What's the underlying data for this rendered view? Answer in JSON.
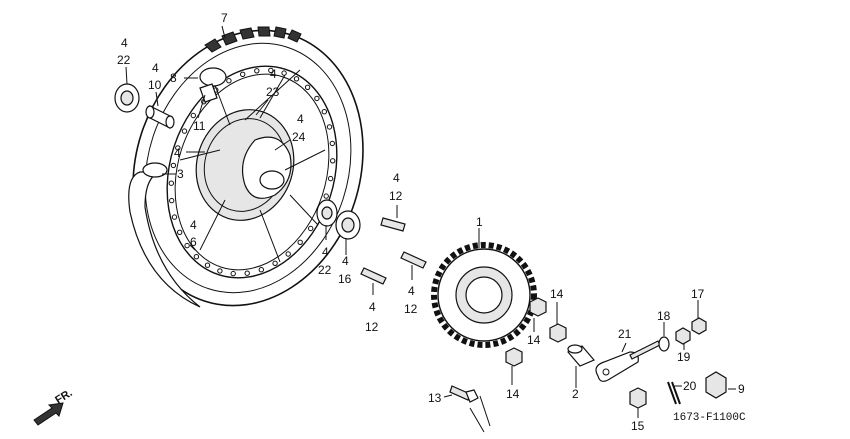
{
  "diagram": {
    "footer_code": "1673-F1100C",
    "direction_label": "FR.",
    "callouts": [
      {
        "id": "c4a",
        "text": "4"
      },
      {
        "id": "c22a",
        "text": "22"
      },
      {
        "id": "c4b",
        "text": "4"
      },
      {
        "id": "c10",
        "text": "10"
      },
      {
        "id": "c7",
        "text": "7"
      },
      {
        "id": "c8",
        "text": "8"
      },
      {
        "id": "c4c",
        "text": "4"
      },
      {
        "id": "c23",
        "text": "23"
      },
      {
        "id": "c11",
        "text": "11"
      },
      {
        "id": "c4d",
        "text": "4"
      },
      {
        "id": "c24",
        "text": "24"
      },
      {
        "id": "c4e",
        "text": "4"
      },
      {
        "id": "c3",
        "text": "3"
      },
      {
        "id": "c4f",
        "text": "4"
      },
      {
        "id": "c6",
        "text": "6"
      },
      {
        "id": "c4g",
        "text": "4"
      },
      {
        "id": "c22b",
        "text": "22"
      },
      {
        "id": "c4h",
        "text": "4"
      },
      {
        "id": "c16",
        "text": "16"
      },
      {
        "id": "c4i",
        "text": "4"
      },
      {
        "id": "c12a",
        "text": "12"
      },
      {
        "id": "c4j",
        "text": "4"
      },
      {
        "id": "c12b",
        "text": "12"
      },
      {
        "id": "c4k",
        "text": "4"
      },
      {
        "id": "c12c",
        "text": "12"
      },
      {
        "id": "c1",
        "text": "1"
      },
      {
        "id": "c14a",
        "text": "14"
      },
      {
        "id": "c14b",
        "text": "14"
      },
      {
        "id": "c14c",
        "text": "14"
      },
      {
        "id": "c2",
        "text": "2"
      },
      {
        "id": "c21",
        "text": "21"
      },
      {
        "id": "c18",
        "text": "18"
      },
      {
        "id": "c17",
        "text": "17"
      },
      {
        "id": "c19",
        "text": "19"
      },
      {
        "id": "c20",
        "text": "20"
      },
      {
        "id": "c9",
        "text": "9"
      },
      {
        "id": "c13",
        "text": "13"
      },
      {
        "id": "c15",
        "text": "15"
      }
    ]
  }
}
